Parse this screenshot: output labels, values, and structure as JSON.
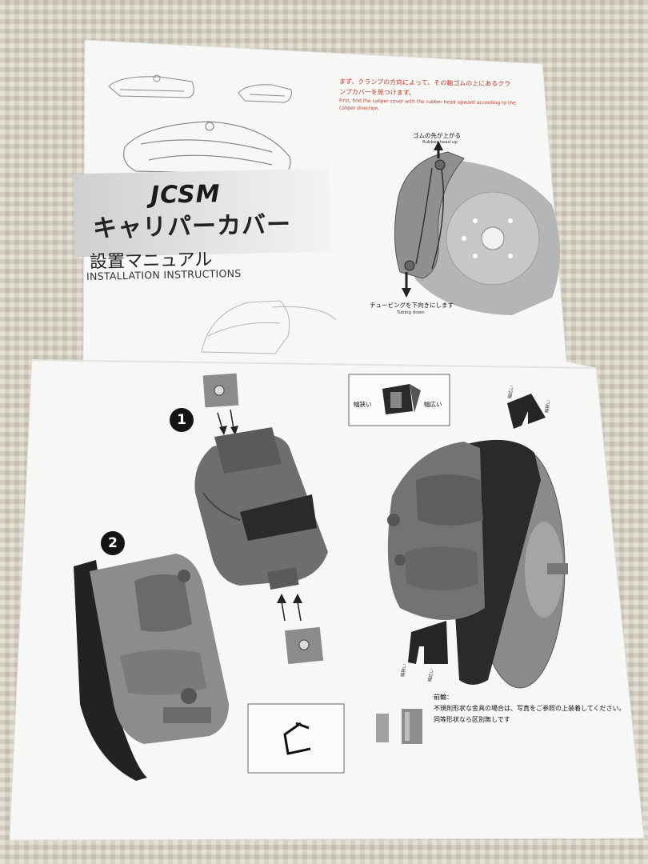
{
  "header": {
    "brand": "JCSM",
    "product_title": "キャリパーカバー",
    "manual_jp": "設置マニュアル",
    "manual_en": "INSTALLATION INSTRUCTIONS"
  },
  "step_top": {
    "text_jp_line1": "まず、クランプの方向によって、その軸ゴムの上にあるクラ",
    "text_jp_line2": "ンプカバーを見つけます。",
    "text_en_line1": "First, find the caliper cover with the rubber head upward according to the",
    "text_en_line2": "caliper direction.",
    "label_up_jp": "ゴムの先が上がる",
    "label_up_en": "Rubber head up",
    "label_down_jp": "チュービングを下向きにします",
    "label_down_en": "Tubing down"
  },
  "steps": {
    "badge1": "1",
    "badge2": "2"
  },
  "clip_box": {
    "narrow": "幅狭い",
    "wide": "幅広い"
  },
  "side_labels": {
    "wide_top": "幅広い",
    "narrow_top": "幅狭い",
    "narrow_bottom": "幅狭い",
    "wide_bottom": "幅広い"
  },
  "note": {
    "title": "前輪：",
    "line1": "不規則形状な金具の場合は、写真をご参照の上装着してください。",
    "line2": "同等形状なら区別無しです"
  }
}
